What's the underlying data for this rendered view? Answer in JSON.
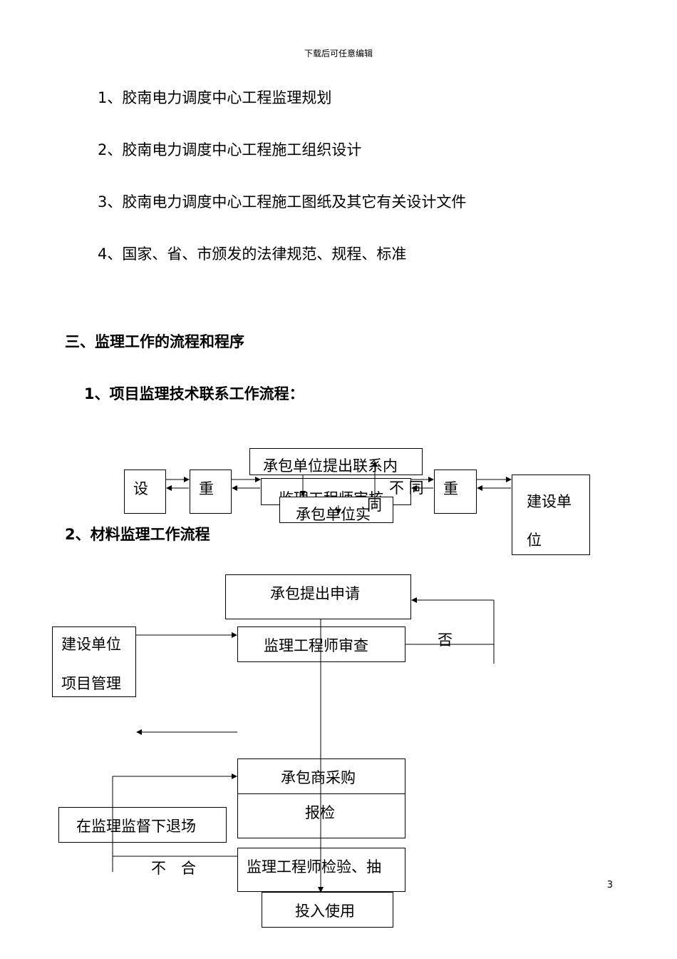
{
  "header_note": "下载后可任意编辑",
  "references": [
    "1、胶南电力调度中心工程监理规划",
    "2、胶南电力调度中心工程施工组织设计",
    "3、胶南电力调度中心工程施工图纸及其它有关设计文件",
    "4、国家、省、市颁发的法律规范、规程、标准"
  ],
  "section_title": "三、监理工作的流程和程序",
  "flow1": {
    "title": "1、项目监理技术联系工作流程：",
    "box_design": "设",
    "box_heavy_left": "重",
    "box_contractor_propose": "承包单位提出联系内",
    "box_engineer_review": "监理工程师审核",
    "box_contractor_impl": "承包单位实",
    "label_disagree": "不 同",
    "label_agree": "同",
    "box_heavy_right": "重",
    "box_owner": "建设单位"
  },
  "flow2": {
    "title": "2、材料监理工作流程",
    "box_apply": "承包提出申请",
    "box_owner_line1": "建设单位",
    "box_owner_line2": "项目管理",
    "box_review": "监理工程师审查",
    "label_no": "否",
    "box_purchase": "承包商采购",
    "box_report": "报检",
    "box_exit": "在监理监督下退场",
    "box_inspect": "监理工程师检验、抽",
    "label_fail": "不　合",
    "box_use": "投入使用"
  },
  "page_number": "3"
}
